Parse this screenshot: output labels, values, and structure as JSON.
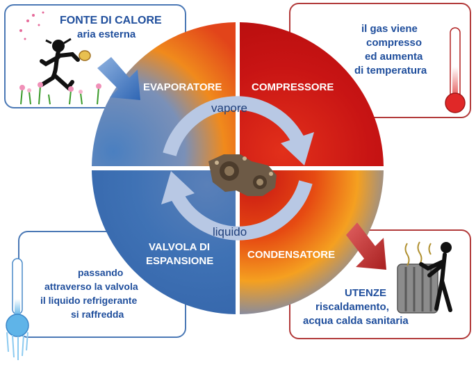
{
  "boxes": {
    "heat_source": {
      "title": "FONTE DI CALORE",
      "subtitle": "aria esterna"
    },
    "compressor_note": {
      "line1": "il gas viene",
      "line2": "compresso",
      "line3": "ed aumenta",
      "line4": "di temperatura"
    },
    "valve_note": {
      "line1": "passando",
      "line2": "attraverso la valvola",
      "line3": "il liquido refrigerante",
      "line4": "si raffredda"
    },
    "users": {
      "title": "UTENZE",
      "line1": "riscaldamento,",
      "line2": "acqua calda sanitaria"
    }
  },
  "wheel": {
    "evaporator": "EVAPORATORE",
    "compressor": "COMPRESSORE",
    "valve_line1": "VALVOLA DI",
    "valve_line2": "ESPANSIONE",
    "condenser": "CONDENSATORE",
    "vapor": "vapore",
    "liquid": "liquido"
  },
  "colors": {
    "border_blue": "#4a78b5",
    "border_red": "#b23a3a",
    "quadrant_red": "#c81414",
    "quadrant_blue": "#3f72b5",
    "quadrant_orange": "#f08a1c",
    "text_blue": "#1f4e9c",
    "arrow_ring": "#b8c8e4"
  }
}
